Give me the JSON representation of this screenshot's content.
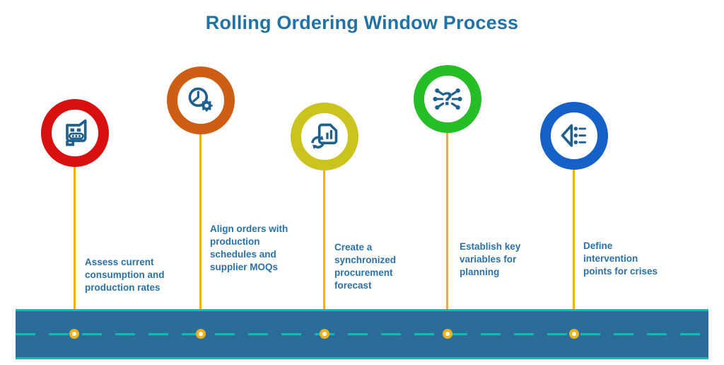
{
  "title": "Rolling Ordering Window Process",
  "colors": {
    "title_text": "#2173A6",
    "label_text": "#2A71A7",
    "icon_blue": "#20608C",
    "timeline_fill": "#2C6C98",
    "timeline_border_teal": "#14B9B4",
    "connector_gold": "#F2B217"
  },
  "steps": [
    {
      "id": 1,
      "ring_color": "#D8100F",
      "icon": "order-form-icon",
      "label": "Assess current\nconsumption and\nproduction rates"
    },
    {
      "id": 2,
      "ring_color": "#CE5E14",
      "icon": "clock-gear-icon",
      "label": "Align orders with\nproduction\nschedules and\nsupplier MOQs"
    },
    {
      "id": 3,
      "ring_color": "#CBC41E",
      "icon": "sync-forecast-icon",
      "label": "Create a\nsynchronized\nprocurement\nforecast"
    },
    {
      "id": 4,
      "ring_color": "#26BE26",
      "icon": "question-nodes-icon",
      "label": "Establish key\nvariables for\nplanning"
    },
    {
      "id": 5,
      "ring_color": "#1661C7",
      "icon": "funnel-list-icon",
      "label": "Define\nintervention\npoints for crises"
    }
  ]
}
